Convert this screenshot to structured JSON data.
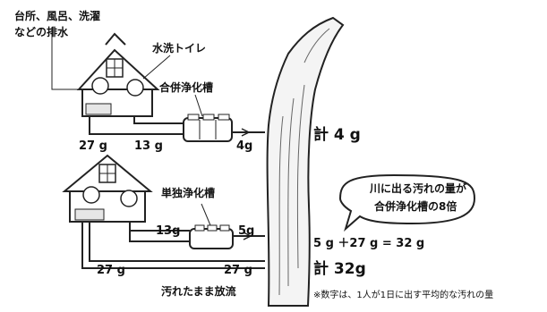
{
  "labels": {
    "kitchen_line1": "台所、風呂、洗濯",
    "kitchen_line2": "などの排水",
    "flush_toilet": "水洗トイレ",
    "combined_tank": "合併浄化槽",
    "single_tank": "単独浄化槽",
    "untreated_release": "汚れたまま放流"
  },
  "top_house": {
    "greywater": "27 g",
    "toilet": "13 g",
    "out": "4g",
    "total": "計 4 g"
  },
  "bottom_house": {
    "toilet": "13g",
    "out": "5g",
    "greywater_left": "27 g",
    "greywater_right": "27 g",
    "equation": "5 g ＋27 g = 32 g",
    "total": "計 32g"
  },
  "callout": {
    "line1": "川に出る汚れの量が",
    "line2": "合併浄化槽の8倍"
  },
  "footnote": "※数字は、1人が1日に出す平均的な汚れの量"
}
